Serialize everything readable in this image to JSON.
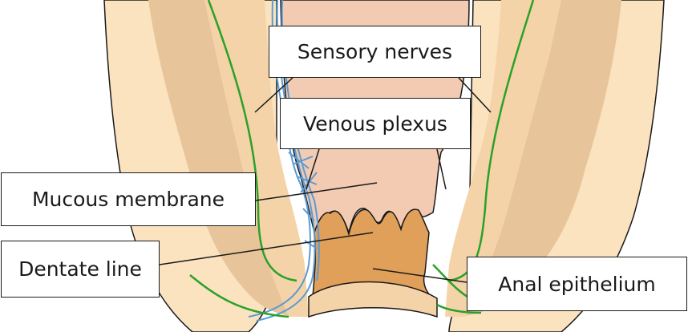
{
  "labels": {
    "sensory_nerves": "Sensory nerves",
    "venous_plexus": "Venous plexus",
    "mucous_membrane": "Mucous membrane",
    "dentate_line": "Dentate line",
    "anal_epithelium": "Anal epithelium"
  },
  "colors": {
    "outer_tissue": "#fbe3bf",
    "muscle": "#e8c49a",
    "mucosa": "#f2cbb2",
    "anal_epithelium": "#e0a05a",
    "nerve": "#2aa12a",
    "vein": "#5b9bd5",
    "outline": "#1a1a1a"
  }
}
